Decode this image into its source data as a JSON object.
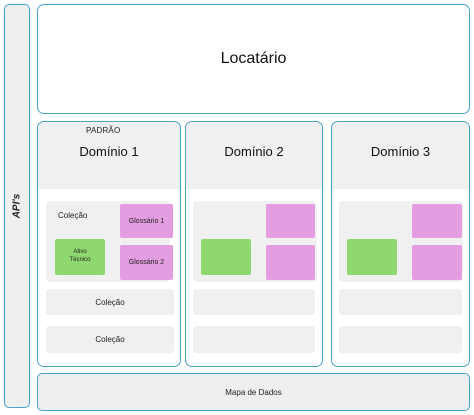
{
  "sidebar": {
    "label": "API's"
  },
  "tenant": {
    "label": "Locatário"
  },
  "domains": [
    {
      "title": "Domínio 1",
      "badge": "PADRÃO",
      "collection_group_label": "Coleção",
      "glossary_1": "Glossário 1",
      "glossary_2": "Glossário 2",
      "asset_line_1": "Ativo",
      "asset_line_2": "Técnico",
      "row_1": "Coleção",
      "row_2": "Coleção"
    },
    {
      "title": "Domínio 2"
    },
    {
      "title": "Domínio 3"
    }
  ],
  "footer": {
    "label": "Mapa de Dados"
  },
  "colors": {
    "border": "#4aa3cf",
    "panel": "#f0f0f0",
    "glossary": "#e39de0",
    "asset": "#8ed86f"
  }
}
